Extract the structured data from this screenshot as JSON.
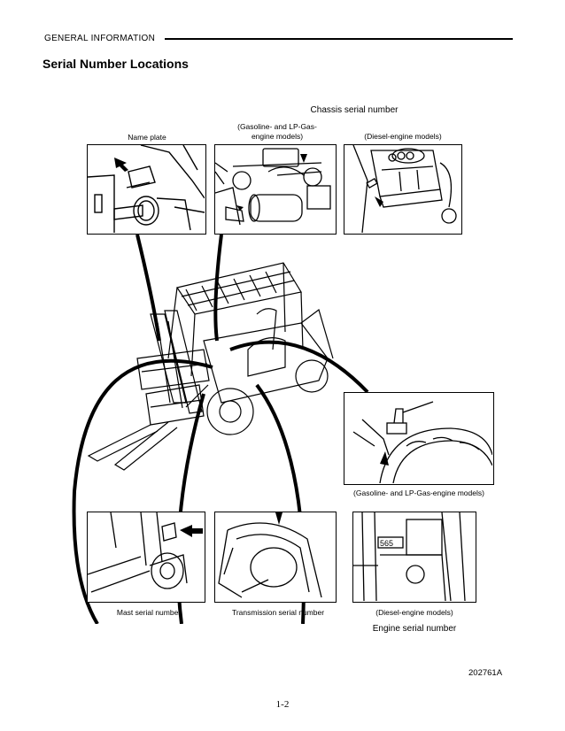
{
  "header": {
    "section": "GENERAL INFORMATION",
    "title": "Serial Number Locations"
  },
  "captions": {
    "chassis": "Chassis serial number",
    "name_plate": "Name plate",
    "gas_lp_top": "(Gasoline- and LP-Gas-",
    "gas_lp_bottom": "engine models)",
    "diesel_top": "(Diesel-engine models)",
    "gas_lp_engine": "(Gasoline- and LP-Gas-engine models)",
    "mast": "Mast serial number",
    "transmission": "Transmission serial number",
    "diesel_bottom": "(Diesel-engine models)",
    "engine": "Engine serial number",
    "engine_plate_text": "565"
  },
  "figure_id": "202761A",
  "page_number": "1-2"
}
